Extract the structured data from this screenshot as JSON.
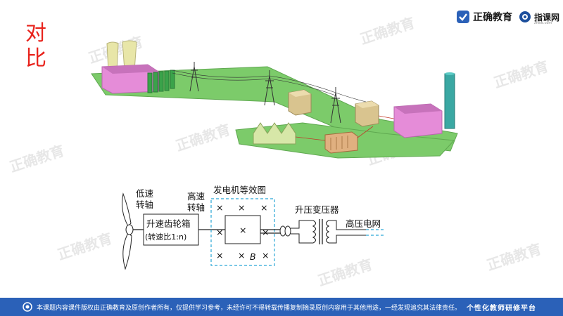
{
  "slide": {
    "title": "对比"
  },
  "brand": {
    "logo1_text": "正确教育",
    "logo2_text": "指课网",
    "logo2_sub": "zhike.com"
  },
  "watermark": "正确教育",
  "diagram": {
    "label_low_speed_shaft": "低速转轴",
    "label_high_speed_shaft": "高速转轴",
    "label_gearbox": "升速齿轮箱",
    "label_gearbox_ratio": "(转速比1:n)",
    "label_generator": "发电机等效图",
    "label_transformer": "升压变压器",
    "label_grid": "高压电网",
    "label_field": "B",
    "field_symbol": "×"
  },
  "footer": {
    "notice": "本课题内容课件版权由正确教育及原创作者所有，仅提供学习参考，未经许可不得转载传播复制摘录原创内容用于其他用途，一经发现追究其法律责任。",
    "slogan": "个性化教师研修平台"
  },
  "colors": {
    "title_red": "#e8231c",
    "footer_blue": "#2b61b8",
    "ground_green": "#7ccb6a",
    "building_pink": "#e58cd8",
    "dashed_blue": "#2aa6d6"
  }
}
